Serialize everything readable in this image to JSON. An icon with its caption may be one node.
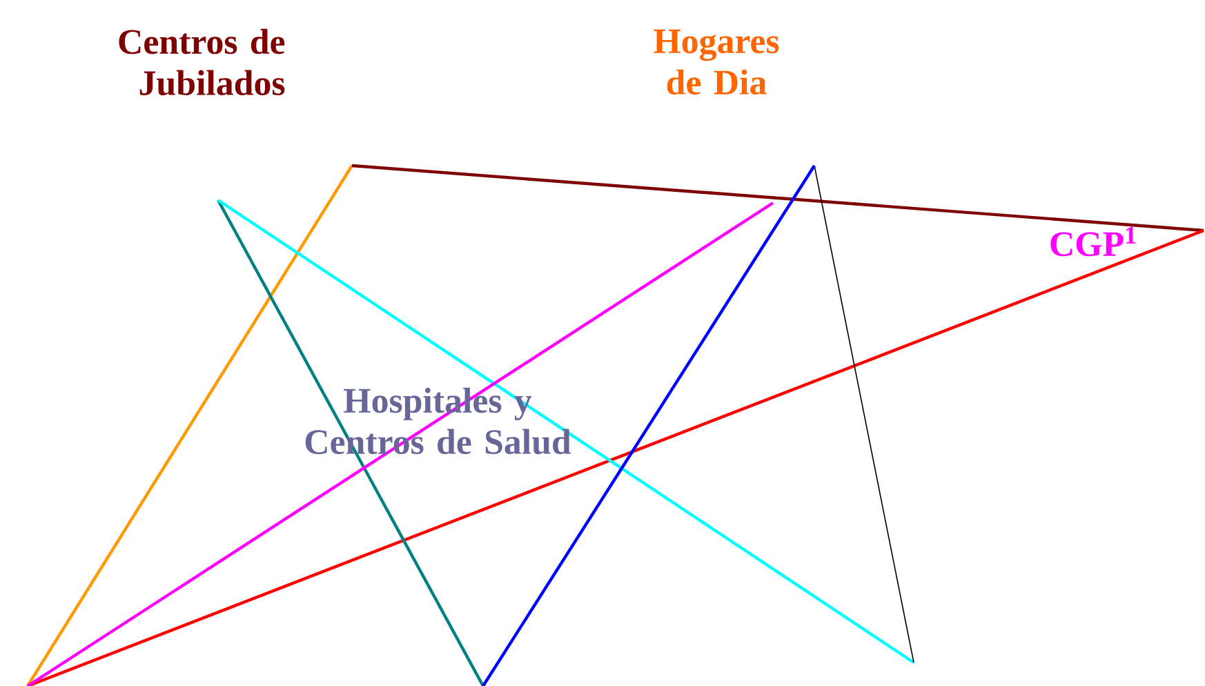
{
  "diagram": {
    "labels": [
      "Centros de Jubilados",
      "Hogares de Dia",
      "CGP$^{1}$",
      "Hospitales y Centros de Salud"
    ]
  }
}
